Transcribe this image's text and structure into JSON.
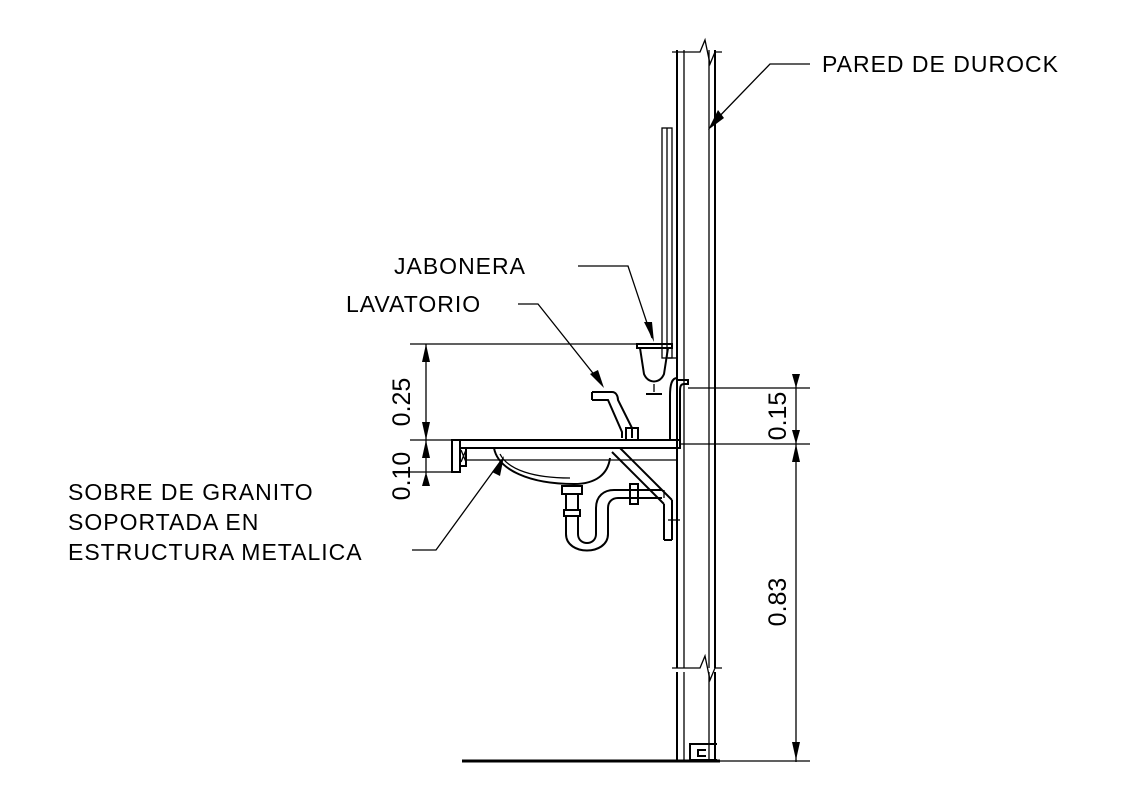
{
  "labels": {
    "wall": "PARED DE DUROCK",
    "soap_dish": "JABONERA",
    "sink": "LAVATORIO",
    "counter_line1": "SOBRE DE GRANITO",
    "counter_line2": "SOPORTADA EN",
    "counter_line3": "ESTRUCTURA METALICA"
  },
  "dimensions": {
    "faucet_height": "0.25",
    "counter_thickness": "0.10",
    "backsplash_height": "0.15",
    "counter_height": "0.83"
  }
}
